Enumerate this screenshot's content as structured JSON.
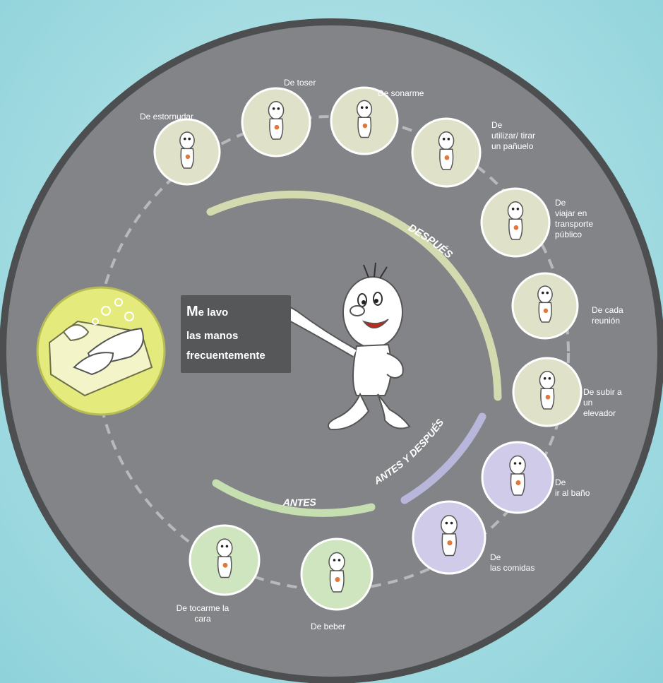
{
  "title": {
    "line1_first": "M",
    "line1_rest": "e lavo",
    "line2": "las manos",
    "line3": "frecuentemente"
  },
  "arcs": {
    "despues": "DESPUÉS",
    "antes_y_despues": "ANTES Y DESPUÉS",
    "antes": "ANTES"
  },
  "activities": [
    {
      "label": "De estornudar",
      "group": "despues"
    },
    {
      "label": "De toser",
      "group": "despues"
    },
    {
      "label": "De sonarme",
      "group": "despues"
    },
    {
      "label": "De\nutilizar/ tirar\nun pañuelo",
      "group": "despues"
    },
    {
      "label": "De\nviajar en\ntransporte\npúblico",
      "group": "despues"
    },
    {
      "label": "De cada\nreunión",
      "group": "despues"
    },
    {
      "label": "De subir a\nun\nelevador",
      "group": "despues"
    },
    {
      "label": "De\nir al baño",
      "group": "antes_y_despues"
    },
    {
      "label": "De\nlas comidas",
      "group": "antes_y_despues"
    },
    {
      "label": "De beber",
      "group": "antes"
    },
    {
      "label": "De tocarme la\ncara",
      "group": "antes"
    }
  ],
  "colors": {
    "background": "#a6dde3",
    "disc": "#838487",
    "disc_border": "#4d4e50",
    "despues_arc": "#d4dab0",
    "despues_circle": "#dfe2c9",
    "antes_y_despues_arc": "#b9b6dc",
    "antes_y_despues_circle": "#cfcbe8",
    "antes_arc": "#c5dfb0",
    "antes_circle": "#cfe5bf",
    "wash_circle": "#e4ea7b"
  }
}
